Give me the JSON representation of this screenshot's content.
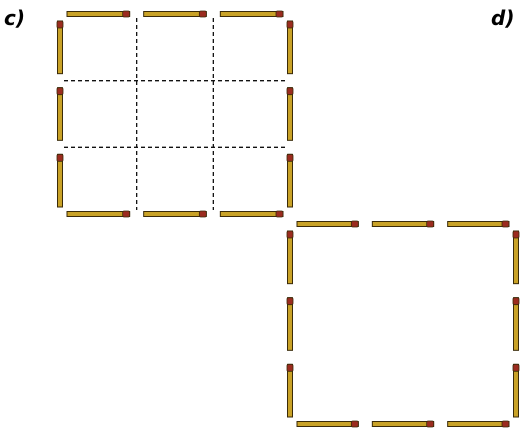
{
  "labels": {
    "left": "c)",
    "right": "d)"
  },
  "colors": {
    "match_body": "#C9A227",
    "match_outline": "#3a2a08",
    "match_head": "#9b2b1f",
    "grid_line": "#111111"
  },
  "figures": [
    {
      "id": "c",
      "grid_divisions": 3,
      "matches_per_side": 3,
      "dashed_inner_grid": true
    },
    {
      "id": "d",
      "grid_divisions": 3,
      "matches_per_side": 3,
      "dashed_inner_grid": false
    }
  ]
}
